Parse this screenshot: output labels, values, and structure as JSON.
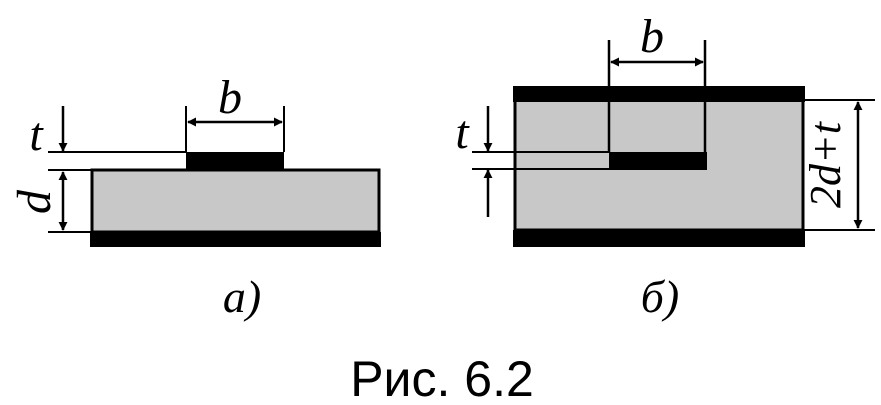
{
  "figure": {
    "caption": "Рис. 6.2",
    "panel_a": {
      "label": "а)",
      "dim_width": "b",
      "dim_strip_thickness": "t",
      "dim_substrate_thickness": "d"
    },
    "panel_b": {
      "label": "б)",
      "dim_width": "b",
      "dim_strip_thickness": "t",
      "dim_total_thickness": "2d+t"
    },
    "colors": {
      "dielectric": "#c8c8c8",
      "conductor": "#000000",
      "line": "#000000",
      "background": "#ffffff"
    }
  }
}
